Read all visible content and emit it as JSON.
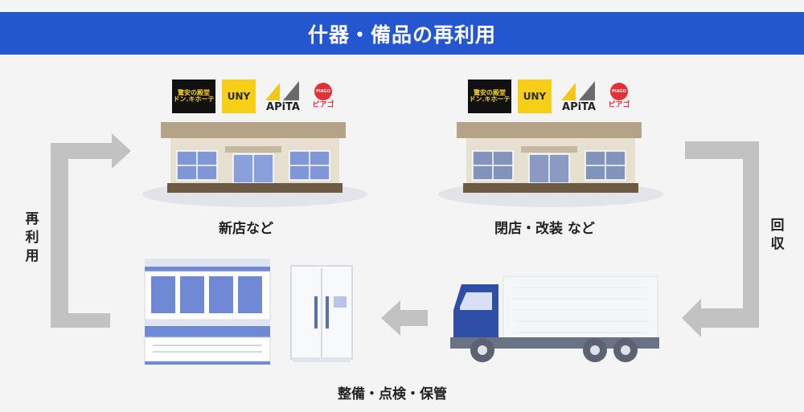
{
  "title": "什器・備品の再利用",
  "labels": {
    "new_store": "新店など",
    "closed_store": "閉店・改装 など",
    "maintenance": "整備・点検・保管",
    "reuse": "再利用",
    "collect": "回収"
  },
  "logos": {
    "donki_line1": "驚安の殿堂",
    "donki_line2": "ドン.キホーテ",
    "uny": "UNY",
    "apita": "APiTA",
    "piago_badge": "PIAGO",
    "piago": "ピアゴ"
  },
  "colors": {
    "header": "#2457cf",
    "arrow": "#c2c2c2",
    "truck_cab": "#2f4fa6",
    "shelf_glass": "#6f89d4"
  }
}
